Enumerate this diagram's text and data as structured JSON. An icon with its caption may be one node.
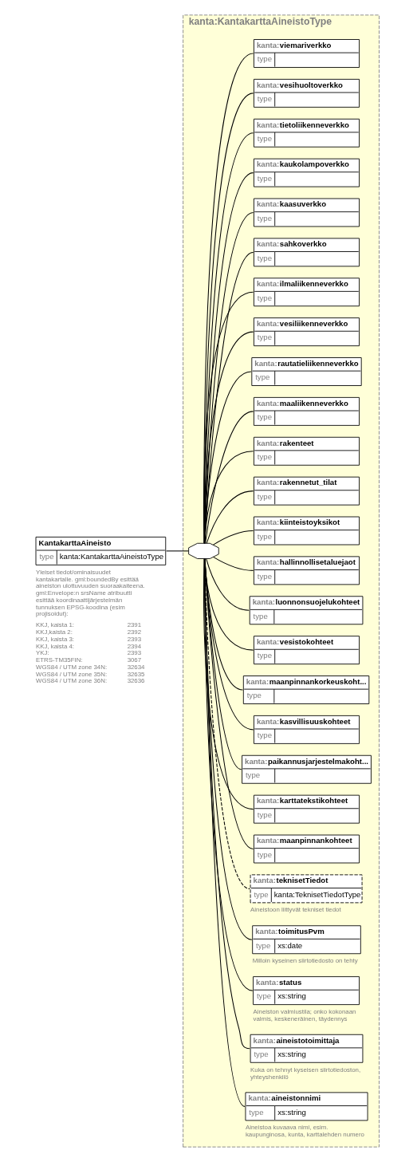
{
  "diagram": {
    "nodes": [
      {
        "text": [
          "KantakarttaAineisto",
          "type",
          "kanta:KantakarttaAineistoType"
        ],
        "beside": [
          "Yleiset tiedot/ominaisuudet kantakartalle. gml:boundedBy esittää aineiston ulottuvuuden suoraakaiteena. gml:Envelope:n srsName atribuutti esittää koordinaattijärjestelmän tunnuksen EPSG-koodina (esim projisoidut):",
          "KKJ, kaista 1:",
          "2391",
          "KKJ,kaista 2:",
          "2392",
          "KKJ, kaista 3:",
          "2393",
          "KKJ, kaista 4:",
          "2394",
          "YKJ:",
          "2393",
          "ETRS-TM35FIN:",
          "3067",
          "WGS84 / UTM zone 34N:",
          "32634",
          "WGS84 / UTM zone 35N:",
          "32635",
          "WGS84 / UTM zone 36N:",
          "32636"
        ]
      },
      {
        "text": [
          "kanta:KantakarttaAineistoType"
        ]
      },
      {
        "text": [],
        "shape": "octagon",
        "in": 1
      },
      {
        "text": [
          "kanta:aineistonnimi",
          "type",
          "xs:string"
        ],
        "beside": [
          "Aineistoa kuvaava nimi, esim. kaupunginosa, kunta, karttalehden numero"
        ],
        "in": 1
      },
      {
        "text": [
          "kanta:aineistotoimittaja",
          "type",
          "xs:string"
        ],
        "beside": [
          "Kuka on tehnyt kyseisen siirtotiedoston, yhteyshenkilö"
        ],
        "in": 1
      },
      {
        "text": [
          "kanta:status",
          "type",
          "xs:string"
        ],
        "beside": [
          "Aineiston valmiustila; onko kokonaan valmis, keskeneräinen, täydennys"
        ],
        "in": 1
      },
      {
        "text": [
          "kanta:toimitusPvm",
          "type",
          "xs:date"
        ],
        "beside": [
          "Milloin kyseinen siirtotiedosto on tehty"
        ],
        "in": 1
      },
      {
        "text": [
          "kanta:teknisetTiedot",
          "type",
          "kanta:TeknisetTiedotType"
        ],
        "beside": [
          "Aineistoon liittyvät tekniset tiedot"
        ],
        "in": 1
      },
      {
        "text": [
          "kanta:maanpinnankohteet",
          "type"
        ],
        "in": 1
      },
      {
        "text": [
          "kanta:karttatekstikohteet",
          "type"
        ],
        "in": 1
      },
      {
        "text": [
          "kanta:paikannusjarjestelmakoht...",
          "type"
        ],
        "in": 1
      },
      {
        "text": [
          "kanta:kasvillisuuskohteet",
          "type"
        ],
        "in": 1
      },
      {
        "text": [
          "kanta:maanpinnankorkeuskoht...",
          "type"
        ],
        "in": 1
      },
      {
        "text": [
          "kanta:vesistokohteet",
          "type"
        ],
        "in": 1
      },
      {
        "text": [
          "kanta:luonnonsuojelukohteet",
          "type"
        ],
        "in": 1
      },
      {
        "text": [
          "kanta:hallinnollisetaluejaot",
          "type"
        ],
        "in": 1
      },
      {
        "text": [
          "kanta:kiinteistoyksikot",
          "type"
        ],
        "in": 1
      },
      {
        "text": [
          "kanta:rakennetut_tilat",
          "type"
        ],
        "in": 1
      },
      {
        "text": [
          "kanta:rakenteet",
          "type"
        ],
        "in": 1
      },
      {
        "text": [
          "kanta:maaliikenneverkko",
          "type"
        ],
        "in": 1
      },
      {
        "text": [
          "kanta:rautatieliikenneverkko",
          "type"
        ],
        "in": 1
      },
      {
        "text": [
          "kanta:vesiliikenneverkko",
          "type"
        ],
        "in": 1
      },
      {
        "text": [
          "kanta:ilmaliikenneverkko",
          "type"
        ],
        "in": 1
      },
      {
        "text": [
          "kanta:sahkoverkko",
          "type"
        ],
        "in": 1
      },
      {
        "text": [
          "kanta:kaasuverkko",
          "type"
        ],
        "in": 1
      },
      {
        "text": [
          "kanta:kaukolampoverkko",
          "type"
        ],
        "in": 1
      },
      {
        "text": [
          "kanta:tietoliikenneverkko",
          "type"
        ],
        "in": 1
      },
      {
        "text": [
          "kanta:vesihuoltoverkko",
          "type"
        ],
        "in": 1
      },
      {
        "text": [
          "kanta:viemariverkko",
          "type"
        ],
        "in": 1
      }
    ],
    "edges": [
      {
        "from": 0,
        "to": 2,
        "arrow": "none"
      },
      {
        "from": 2,
        "to": 3,
        "arrow": "none"
      },
      {
        "from": 2,
        "to": 4,
        "arrow": "none"
      },
      {
        "from": 2,
        "to": 5,
        "arrow": "none"
      },
      {
        "from": 2,
        "to": 6,
        "arrow": "none"
      },
      {
        "from": 2,
        "to": 7,
        "arrow": "none",
        "style": "dashed"
      },
      {
        "from": 2,
        "to": 8,
        "arrow": "none"
      },
      {
        "from": 2,
        "to": 9,
        "arrow": "none"
      },
      {
        "from": 2,
        "to": 10,
        "arrow": "none"
      },
      {
        "from": 2,
        "to": 11,
        "arrow": "none"
      },
      {
        "from": 2,
        "to": 12,
        "arrow": "none"
      },
      {
        "from": 2,
        "to": 13,
        "arrow": "none"
      },
      {
        "from": 2,
        "to": 14,
        "arrow": "none"
      },
      {
        "from": 2,
        "to": 15,
        "arrow": "none"
      },
      {
        "from": 2,
        "to": 16,
        "arrow": "none"
      },
      {
        "from": 2,
        "to": 17,
        "arrow": "none"
      },
      {
        "from": 2,
        "to": 18,
        "arrow": "none"
      },
      {
        "from": 2,
        "to": 19,
        "arrow": "none"
      },
      {
        "from": 2,
        "to": 20,
        "arrow": "none"
      },
      {
        "from": 2,
        "to": 21,
        "arrow": "none"
      },
      {
        "from": 2,
        "to": 22,
        "arrow": "none"
      },
      {
        "from": 2,
        "to": 23,
        "arrow": "none"
      },
      {
        "from": 2,
        "to": 24,
        "arrow": "none"
      },
      {
        "from": 2,
        "to": 25,
        "arrow": "none"
      },
      {
        "from": 2,
        "to": 26,
        "arrow": "none"
      },
      {
        "from": 2,
        "to": 27,
        "arrow": "none"
      },
      {
        "from": 2,
        "to": 28,
        "arrow": "none"
      }
    ]
  }
}
